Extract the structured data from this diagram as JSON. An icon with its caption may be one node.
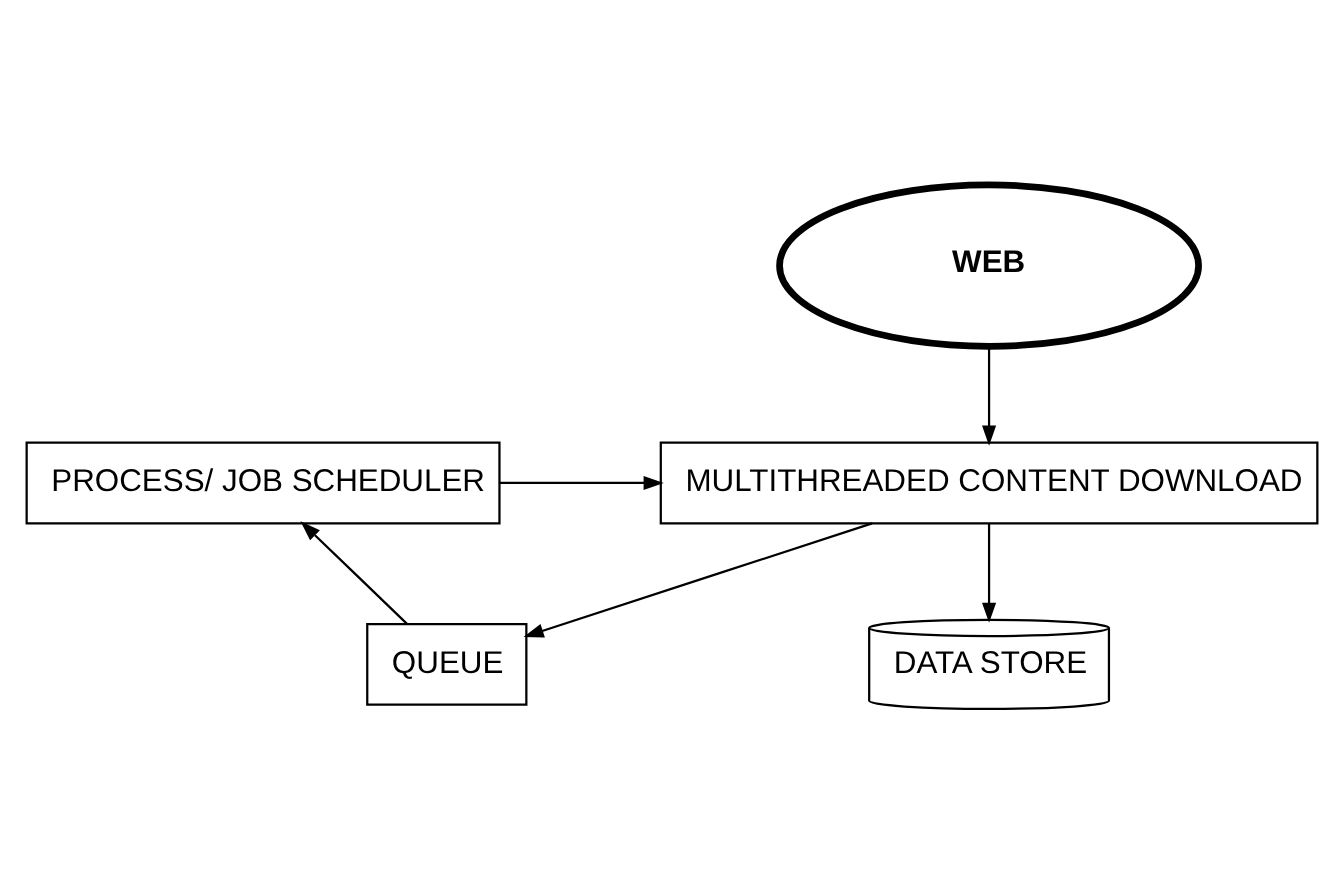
{
  "diagram": {
    "nodes": [
      {
        "text": [
          "WEB"
        ]
      },
      {
        "text": [
          "PROCESS/ JOB SCHEDULER"
        ]
      },
      {
        "text": [
          "MULTITHREADED CONTENT DOWNLOAD"
        ]
      },
      {
        "text": [
          "QUEUE"
        ]
      },
      {
        "text": [
          "DATA STORE"
        ]
      }
    ],
    "edges": [
      {
        "from": 0,
        "to": 2,
        "arrow": "to"
      },
      {
        "from": 1,
        "to": 2,
        "arrow": "to"
      },
      {
        "from": 2,
        "to": 4,
        "arrow": "to"
      },
      {
        "from": 2,
        "to": 3,
        "arrow": "to"
      },
      {
        "from": 3,
        "to": 1,
        "arrow": "to"
      }
    ]
  }
}
